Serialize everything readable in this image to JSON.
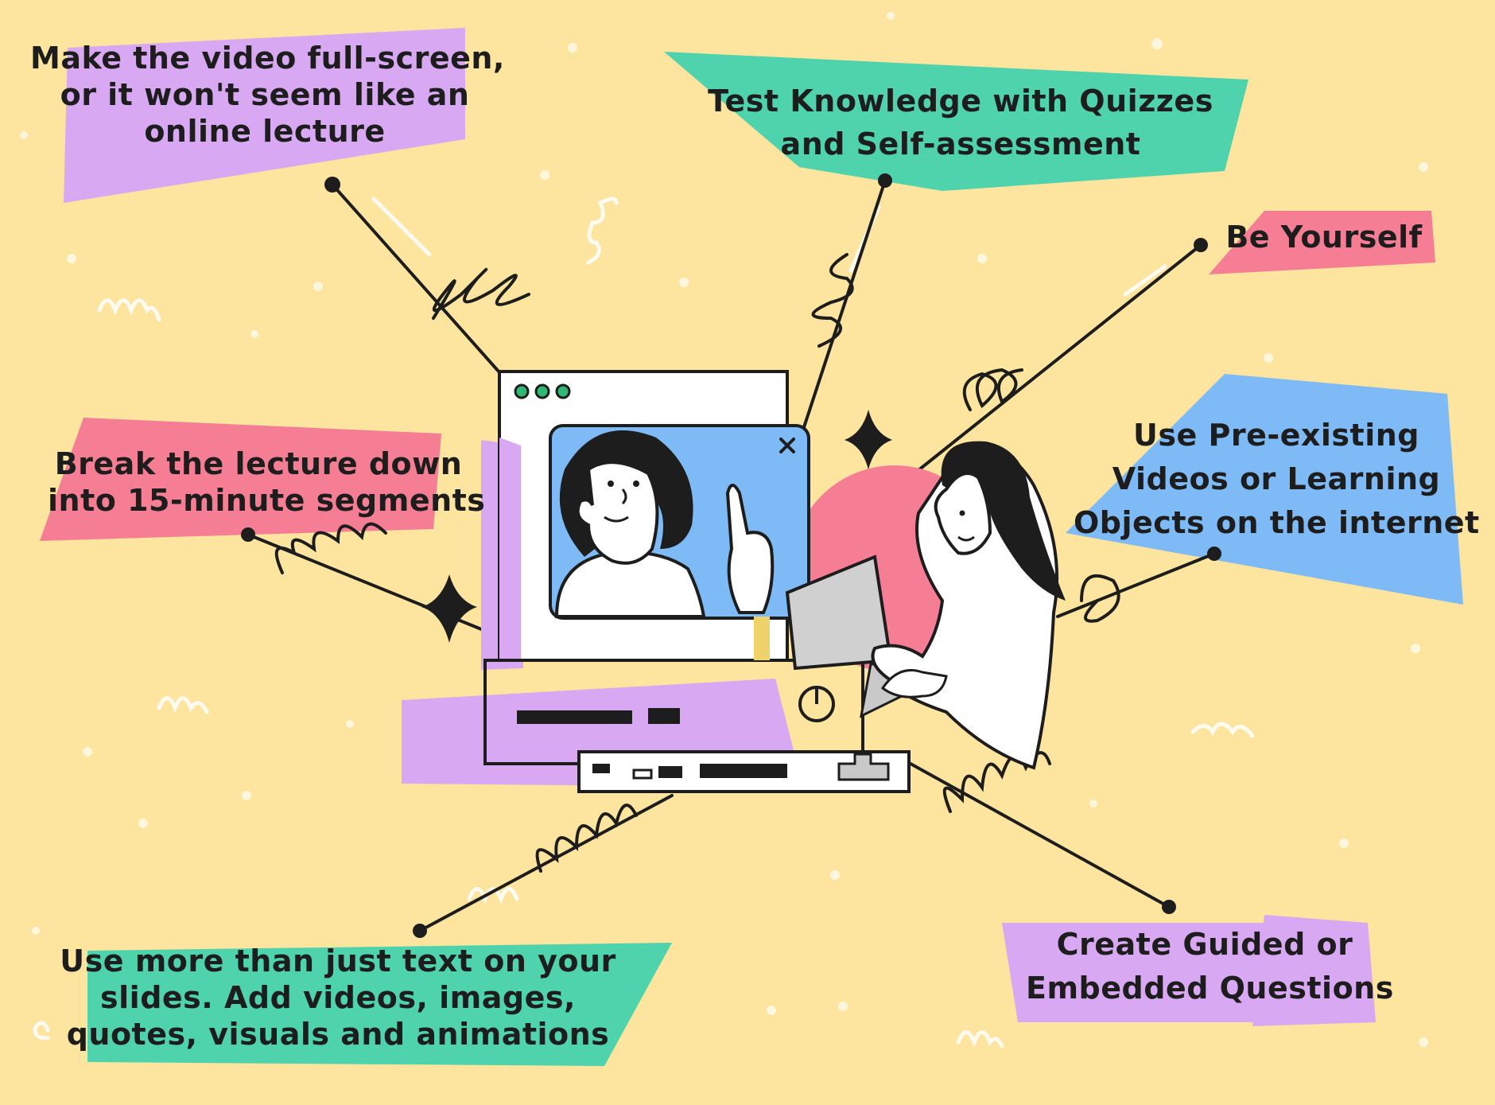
{
  "colors": {
    "background": "#fde49f",
    "purple": "#d9a8f2",
    "green": "#4fd3ac",
    "pink": "#f57e94",
    "blue": "#7ebaf5",
    "outline": "#1d1d1d"
  },
  "tips": [
    {
      "id": "fullscreen",
      "lines": [
        "Make the video full-screen,",
        "or it won't seem like an",
        "online lecture"
      ],
      "color": "purple"
    },
    {
      "id": "quizzes",
      "lines": [
        "Test Knowledge with Quizzes",
        "and Self-assessment"
      ],
      "color": "green"
    },
    {
      "id": "be-yourself",
      "lines": [
        "Be Yourself"
      ],
      "color": "pink"
    },
    {
      "id": "segments",
      "lines": [
        "Break the lecture down",
        "into 15-minute segments"
      ],
      "color": "pink"
    },
    {
      "id": "pre-existing",
      "lines": [
        "Use Pre-existing",
        "Videos or Learning",
        "Objects on the internet"
      ],
      "color": "blue"
    },
    {
      "id": "more-than-text",
      "lines": [
        "Use more than just text on your",
        "slides. Add videos, images,",
        "quotes, visuals and animations"
      ],
      "color": "green"
    },
    {
      "id": "guided-questions",
      "lines": [
        "Create Guided or",
        "Embedded Questions"
      ],
      "color": "purple"
    }
  ],
  "illustration": {
    "window_controls": [
      "green-dot-icon",
      "green-dot-icon",
      "green-dot-icon"
    ],
    "close_glyph": "×",
    "power_glyph": "⏻"
  }
}
